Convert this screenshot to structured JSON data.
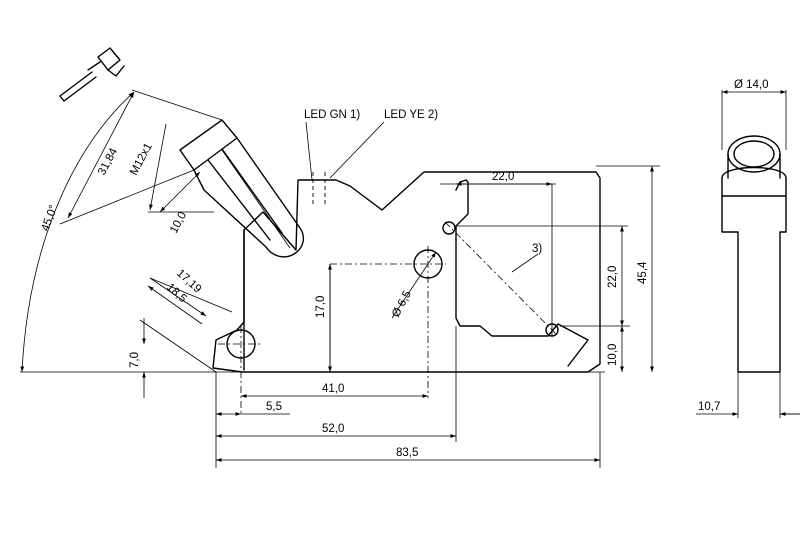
{
  "callouts": {
    "led_gn": "LED GN 1)",
    "led_ye": "LED YE 2)",
    "ref3": "3)"
  },
  "dimensions": {
    "angle": "45,0°",
    "d31_84": "31,84",
    "thread": "M12x1",
    "d10_0_angled": "10,0",
    "d17_19": "17,19",
    "d18_5": "18,5",
    "d17_0": "17,0",
    "hole_dia": "6,5",
    "d7_0": "7,0",
    "d22_0_h": "22,0",
    "d22_0_v": "22,0",
    "d45_4": "45,4",
    "d10_0_v": "10,0",
    "d41_0": "41,0",
    "d5_5": "5,5",
    "d52_0": "52,0",
    "d83_5": "83,5",
    "side_dia": "14,0",
    "d10_7": "10,7"
  }
}
